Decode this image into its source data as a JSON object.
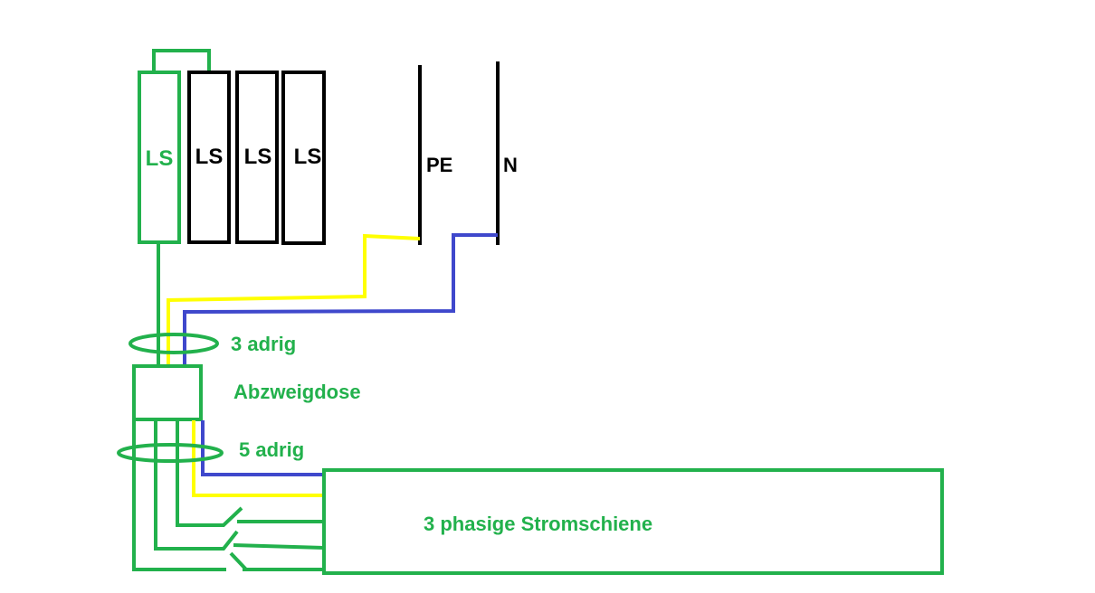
{
  "colors": {
    "green": "#22b14c",
    "black": "#000000",
    "yellow": "#ffff00",
    "blue": "#3f48cc",
    "background": "#ffffff"
  },
  "breakers": {
    "ls1": "LS",
    "ls2": "LS",
    "ls3": "LS",
    "ls4": "LS"
  },
  "busbars": {
    "pe": "PE",
    "n": "N"
  },
  "cable_3": "3 adrig",
  "junction_box": "Abzweigdose",
  "cable_5": "5 adrig",
  "track": "3 phasige Stromschiene"
}
